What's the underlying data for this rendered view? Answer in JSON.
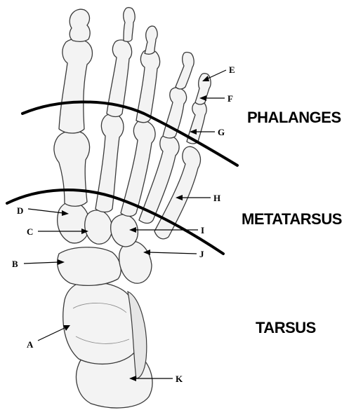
{
  "regions": {
    "phalanges": "PHALANGES",
    "metatarsus": "METATARSUS",
    "tarsus": "TARSUS"
  },
  "labels": {
    "A": "A",
    "B": "B",
    "C": "C",
    "D": "D",
    "E": "E",
    "F": "F",
    "G": "G",
    "H": "H",
    "I": "I",
    "J": "J",
    "K": "K"
  }
}
